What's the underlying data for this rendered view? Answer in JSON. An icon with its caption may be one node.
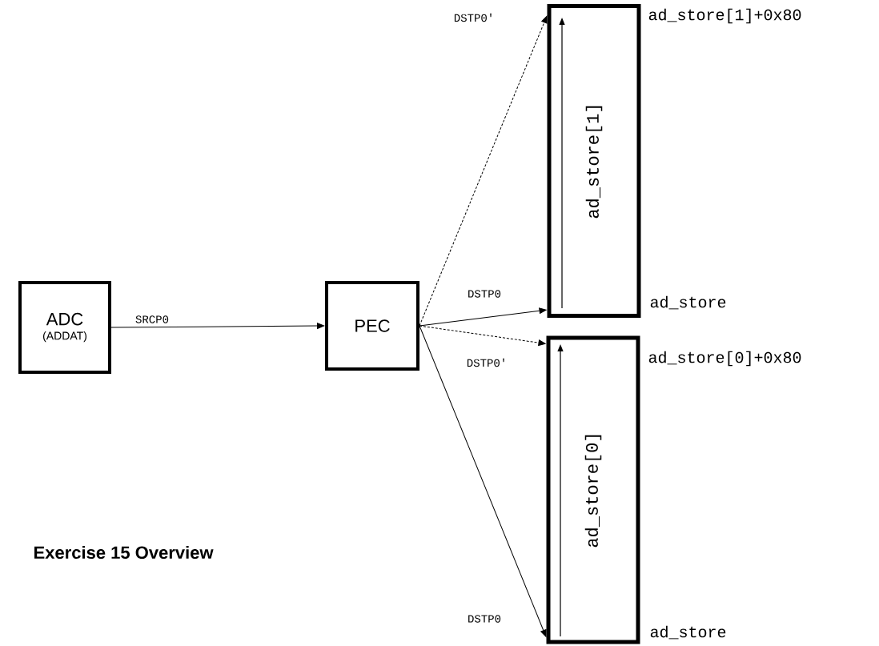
{
  "diagram": {
    "title": "Exercise 15 Overview",
    "nodes": [
      {
        "text": [
          "ADC",
          "(ADDAT)"
        ]
      },
      {
        "text": [
          "PEC"
        ]
      },
      {
        "text": [
          "ad_store[1]"
        ],
        "beside": [
          "ad_store[1]+0x80",
          "ad_store"
        ]
      },
      {
        "text": [
          "ad_store[0]"
        ],
        "beside": [
          "ad_store[0]+0x80",
          "ad_store"
        ]
      }
    ],
    "edges": [
      {
        "from": 0,
        "to": 1,
        "arrow": "to",
        "label": "SRCP0"
      },
      {
        "from": 1,
        "to": 2,
        "arrow": "to",
        "label": "DSTP0'",
        "style": "dashed"
      },
      {
        "from": 1,
        "to": 2,
        "arrow": "to",
        "label": "DSTP0"
      },
      {
        "from": 1,
        "to": 3,
        "arrow": "to",
        "label": "DSTP0'",
        "style": "dashed"
      },
      {
        "from": 1,
        "to": 3,
        "arrow": "to",
        "label": "DSTP0"
      }
    ]
  }
}
